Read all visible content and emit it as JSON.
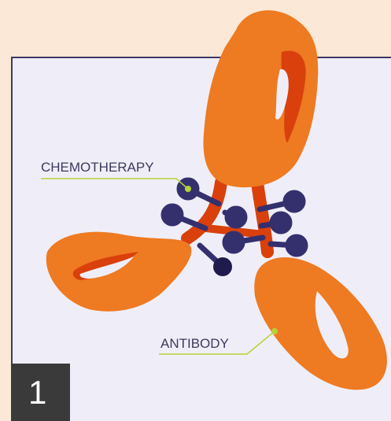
{
  "labels": {
    "chemotherapy": "CHEMOTHERAPY",
    "antibody": "ANTIBODY"
  },
  "step_number": "1",
  "colors": {
    "background": "#fbe8d6",
    "panel": "#efeef8",
    "panel_border": "#3d3a66",
    "antibody_orange": "#ee7a22",
    "antibody_inner": "#d9400c",
    "drug_navy": "#34306e",
    "drug_dark": "#1f1b4d",
    "leader_line": "#b5d334",
    "step_box": "#3a3a3a"
  }
}
